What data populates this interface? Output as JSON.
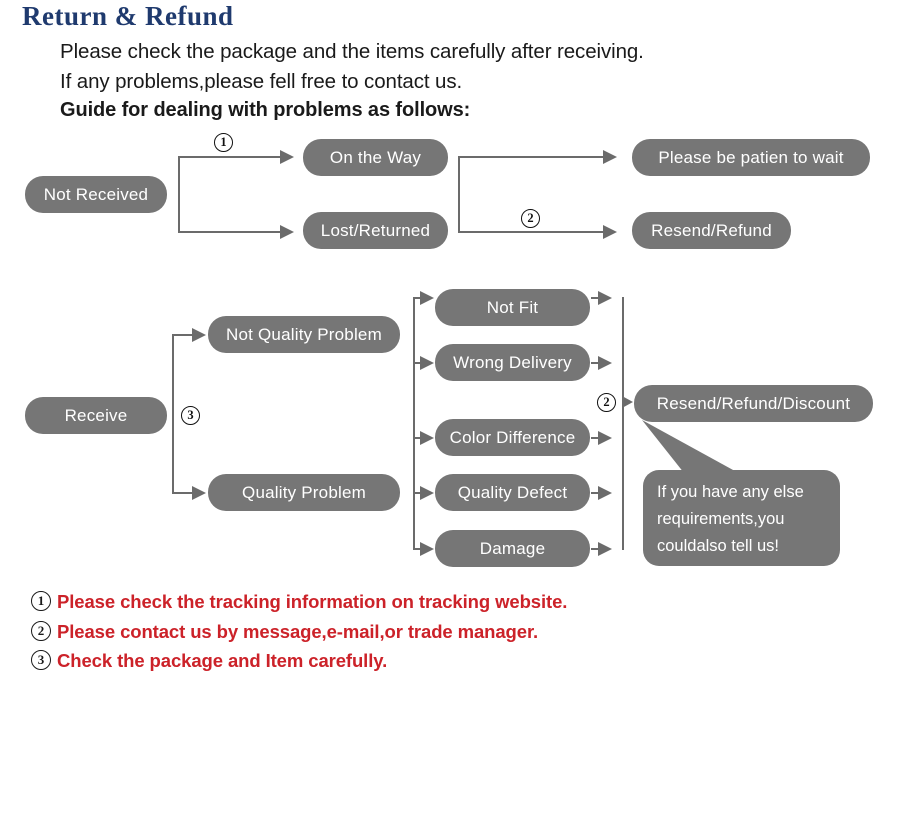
{
  "header": {
    "title": "Return & Refund",
    "lines": [
      "Please check the package and the items carefully after receiving.",
      "If any problems,please fell free to contact us.",
      "Guide for dealing with problems as follows:"
    ]
  },
  "colors": {
    "title_blue": "#1f3a6e",
    "pill_gray": "#767676",
    "connector_gray": "#6b6b6b",
    "note_red": "#cc2229",
    "pill_text": "#ffffff"
  },
  "flow_not_received": {
    "source": "Not Received",
    "marker_1": "1",
    "marker_2": "2",
    "middle": [
      "On the Way",
      "Lost/Returned"
    ],
    "outcomes": [
      "Please be patien to wait",
      "Resend/Refund"
    ]
  },
  "flow_receive": {
    "source": "Receive",
    "marker_3": "3",
    "marker_2": "2",
    "categories": [
      "Not Quality Problem",
      "Quality Problem"
    ],
    "reasons": [
      "Not Fit",
      "Wrong Delivery",
      "Color Difference",
      "Quality Defect",
      "Damage"
    ],
    "outcome": "Resend/Refund/Discount",
    "callout": "If you have any else requirements,you couldalso tell us!"
  },
  "notes": [
    {
      "num": "1",
      "text": "Please check the tracking information on tracking website."
    },
    {
      "num": "2",
      "text": "Please contact us by message,e-mail,or trade manager."
    },
    {
      "num": "3",
      "text": "Check the package and Item carefully."
    }
  ]
}
